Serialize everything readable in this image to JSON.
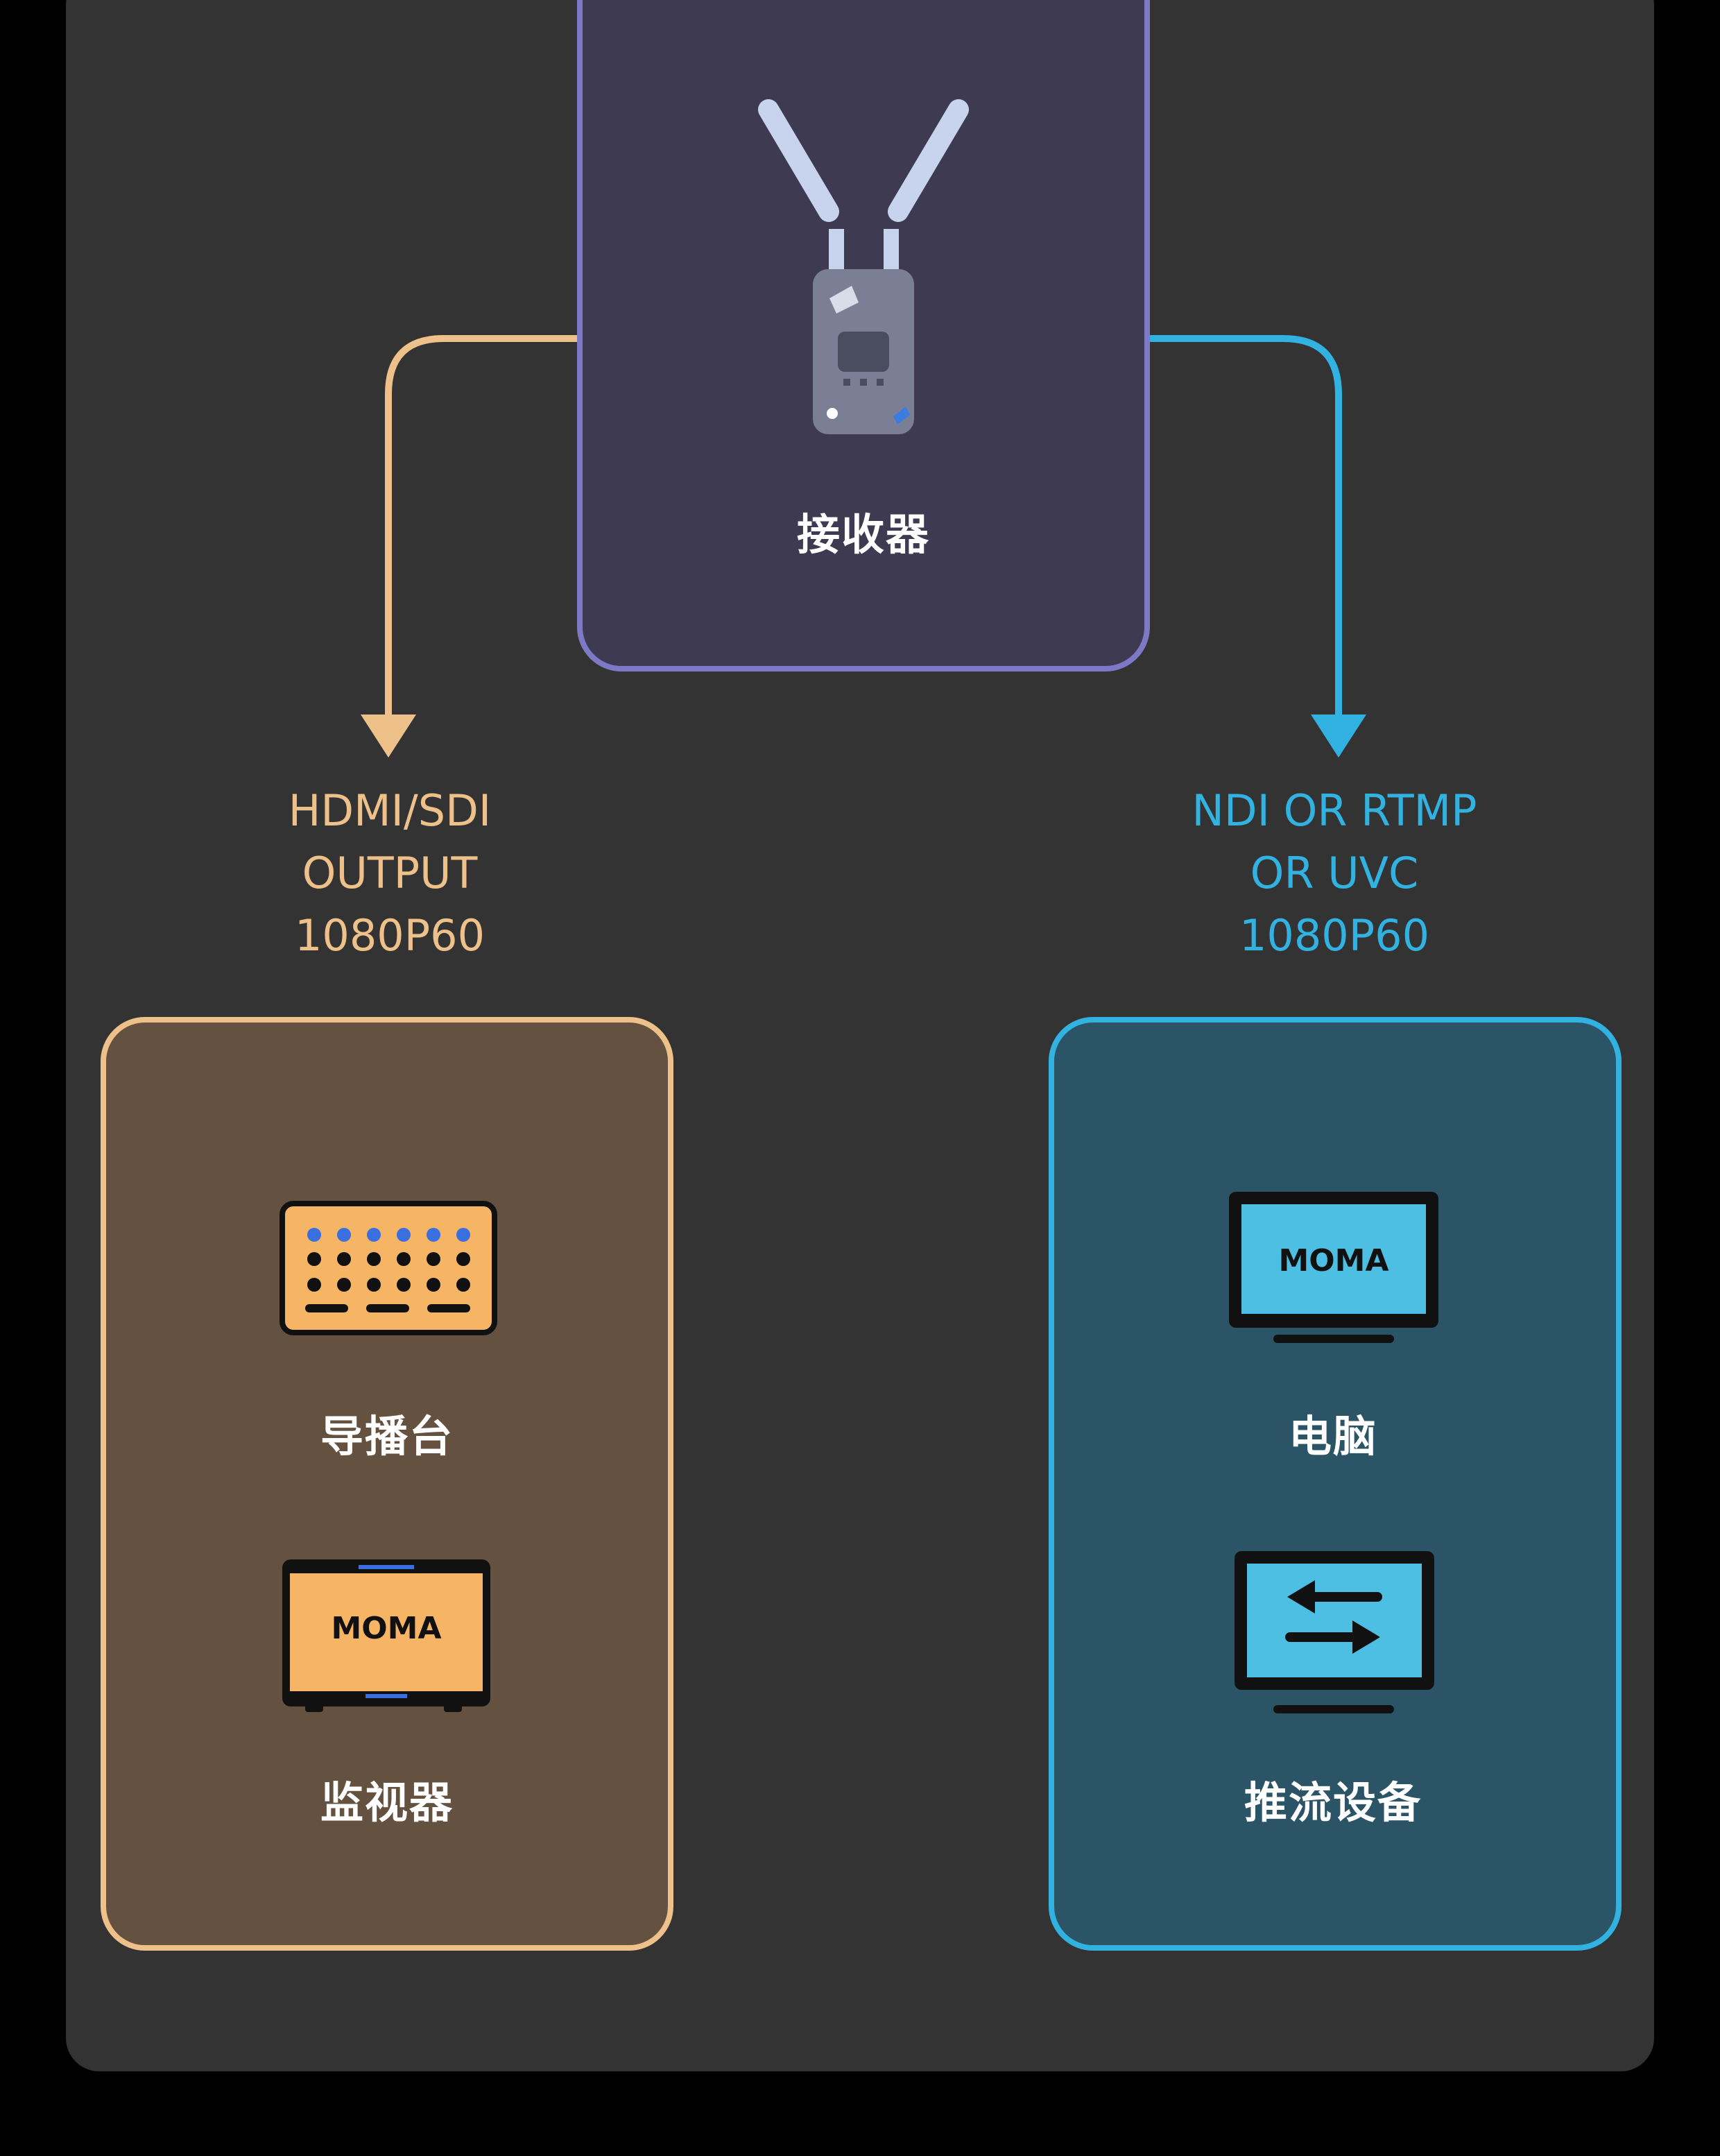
{
  "receiver": {
    "label": "接收器"
  },
  "left_output": {
    "lines": [
      "HDMI/SDI",
      "OUTPUT",
      "1080P60"
    ]
  },
  "right_output": {
    "lines": [
      "NDI OR RTMP",
      "OR UVC",
      "1080P60"
    ]
  },
  "left_devices": [
    {
      "label": "导播台",
      "icon": "switcher-console-icon"
    },
    {
      "label": "监视器",
      "icon": "monitor-icon",
      "brand": "MOMA"
    }
  ],
  "right_devices": [
    {
      "label": "电脑",
      "icon": "computer-icon",
      "brand": "MOMA"
    },
    {
      "label": "推流设备",
      "icon": "streaming-device-icon"
    }
  ],
  "colors": {
    "left_accent": "#eec08a",
    "right_accent": "#31b2e0",
    "receiver_accent": "#7e79c6"
  }
}
